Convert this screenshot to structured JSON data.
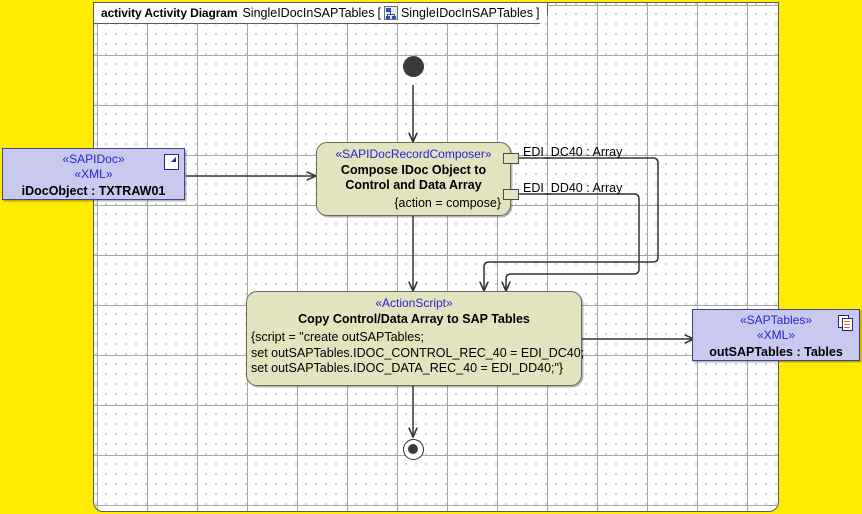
{
  "canvas": {
    "page_background": "#ffec00",
    "diagram_background": "#ffffff",
    "grid": "dotted"
  },
  "frame": {
    "kind_label": "activity Activity Diagram",
    "diagram_name": "SingleIDocInSAPTables",
    "bracket_open": "[",
    "bracket_close": "]",
    "qualified_name": "SingleIDocInSAPTables",
    "icon": "activity-diagram-icon"
  },
  "nodes": {
    "initial": {
      "name": "initial-node"
    },
    "final": {
      "name": "activity-final-node"
    },
    "idoc_object": {
      "stereotype_1": "«SAPIDoc»",
      "stereotype_2": "«XML»",
      "label": "iDocObject : TXTRAW01",
      "icon": "document-icon",
      "fill": "#c9c9ef",
      "border": "#43438f"
    },
    "composer": {
      "stereotype": "«SAPIDocRecordComposer»",
      "name_line_1": "Compose IDoc Object to",
      "name_line_2": "Control and Data Array",
      "property": "{action = compose}",
      "fill": "#e3e3c0",
      "border": "#6a6a52"
    },
    "action_script": {
      "stereotype": "«ActionScript»",
      "name": "Copy Control/Data Array to SAP Tables",
      "script_line_1": "{script = \"create outSAPTables;",
      "script_line_2": "set outSAPTables.IDOC_CONTROL_REC_40 = EDI_DC40;",
      "script_line_3": "set outSAPTables.IDOC_DATA_REC_40 = EDI_DD40;\"}",
      "fill": "#e3e3c0",
      "border": "#6a6a52"
    },
    "sap_tables": {
      "stereotype_1": "«SAPTables»",
      "stereotype_2": "«XML»",
      "label": "outSAPTables : Tables",
      "icon": "documents-stack-icon",
      "fill": "#c9c9ef",
      "border": "#43438f"
    }
  },
  "pins": [
    {
      "label": "EDI_DC40 : Array",
      "name": "output-pin-edi-dc40"
    },
    {
      "label": "EDI_DD40 : Array",
      "name": "output-pin-edi-dd40"
    }
  ],
  "edges": [
    {
      "name": "edge-initial-to-composer"
    },
    {
      "name": "edge-idoc-object-to-composer"
    },
    {
      "name": "edge-pin-dc40-to-action-script"
    },
    {
      "name": "edge-pin-dd40-to-action-script"
    },
    {
      "name": "edge-composer-to-action-script"
    },
    {
      "name": "edge-action-script-to-sap-tables"
    },
    {
      "name": "edge-action-script-to-final"
    }
  ]
}
